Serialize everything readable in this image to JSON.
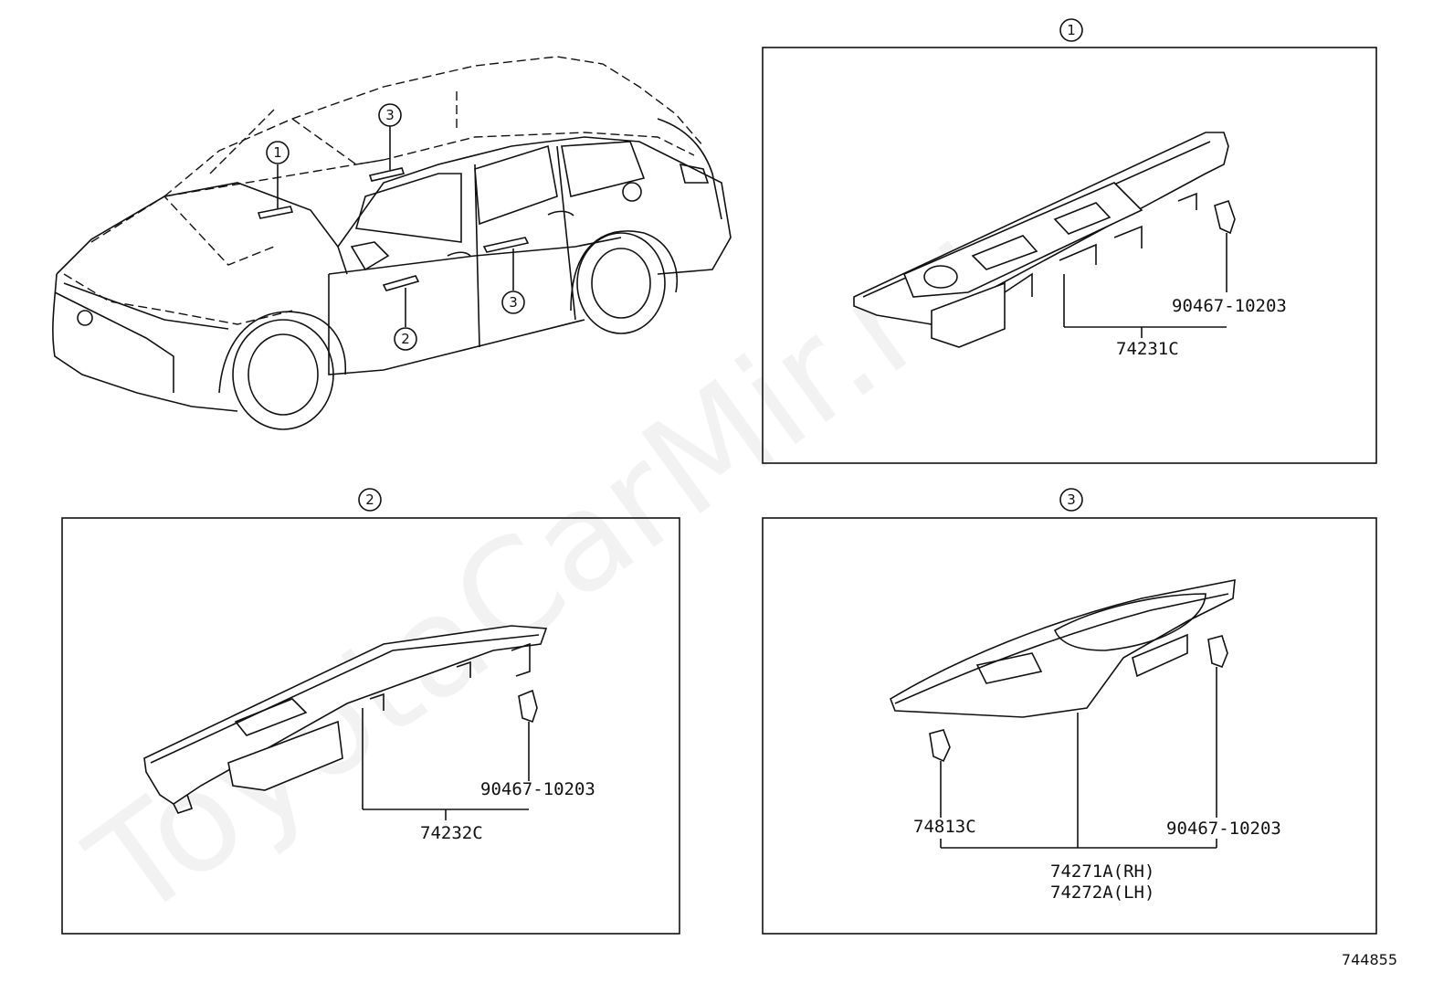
{
  "watermark": "ToyotaCarMir.ru",
  "diagram_id": "744855",
  "car_callouts": [
    "1",
    "2",
    "3",
    "3"
  ],
  "panels": [
    {
      "callout": "1",
      "parts": [
        "90467-10203",
        "74231C"
      ]
    },
    {
      "callout": "2",
      "parts": [
        "90467-10203",
        "74232C"
      ]
    },
    {
      "callout": "3",
      "parts": [
        "74813C",
        "90467-10203",
        "74271A(RH)",
        "74272A(LH)"
      ]
    }
  ]
}
